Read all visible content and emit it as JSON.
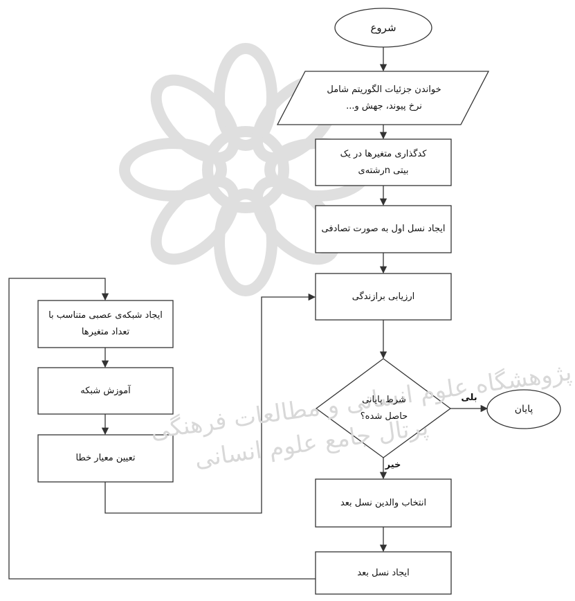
{
  "nodes": {
    "start": "شروع",
    "read_params": [
      "خواندن جزئیات الگوریتم شامل",
      "نرخ پیوند، جهش و..."
    ],
    "encode": [
      "کدگذاری متغیرها در یک",
      "بیتی nرشته‌ی"
    ],
    "init_pop": "ایجاد نسل اول به صورت تصادفی",
    "fitness": "ارزیابی برازندگی",
    "termination": [
      "شرط پایانی",
      "حاصل شده؟"
    ],
    "end": "پایان",
    "select_parents": "انتخاب والدین نسل بعد",
    "next_gen": "ایجاد نسل بعد",
    "create_nn": [
      "ایجاد شبکه‌ی عصبی متناسب با",
      "تعداد متغیرها"
    ],
    "train_net": "آموزش شبکه",
    "error_metric": "تعیین معیار خطا"
  },
  "edges": {
    "yes": "بلی",
    "no": "خیر"
  },
  "watermark": {
    "line1": "پژوهشگاه علوم انسانی و مطالعات فرهنگی",
    "line2": "پرتال جامع علوم انسانی"
  }
}
